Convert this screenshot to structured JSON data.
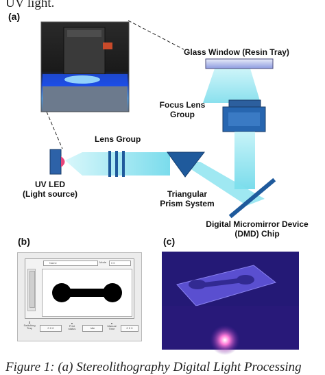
{
  "captions": {
    "top": "UV light.",
    "bottom": "Figure 1: (a) Stereolithography Digital Light Processing"
  },
  "panels": {
    "a": "(a)",
    "b": "(b)",
    "c": "(c)"
  },
  "labels": {
    "glass_window": "Glass Window (Resin Tray)",
    "focus_lens": [
      "Focus Lens",
      "Group"
    ],
    "lens_group": "Lens Group",
    "uv_led": [
      "UV LED",
      "(Light source)"
    ],
    "prism": [
      "Triangular",
      "Prism System"
    ],
    "dmd": [
      "Digital Micromirror Device",
      "(DMD) Chip"
    ]
  },
  "ui": {
    "file_field": "Name",
    "number_field": "0  0",
    "number_label": "Mode",
    "left_tool": [
      "Switching",
      "Tray"
    ],
    "btn1": "0  0  0",
    "btn2_label": [
      "Print",
      "status"
    ],
    "btn3": "Idle",
    "btn4_label": [
      "Manual",
      "Time"
    ],
    "btn5": "0  0  0"
  },
  "colors": {
    "beam": "#7fe0ee",
    "beam_dark": "#3fc6dc",
    "optic_blue": "#1f5a9c",
    "led_blue": "#2d62a8",
    "led_pink": "#e8457a",
    "photo_c_bg": "#1e1460"
  }
}
